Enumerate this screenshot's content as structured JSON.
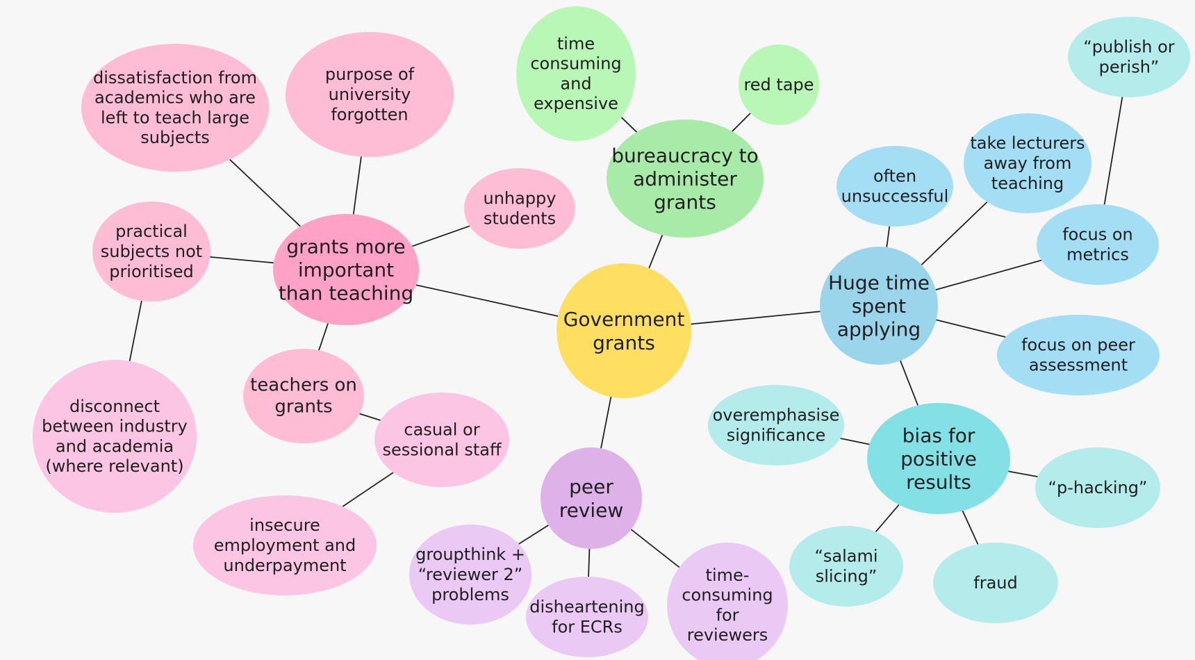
{
  "palette": {
    "center": "#ffdf61",
    "pink_main": "#ffa2c5",
    "pink_child": "#ffbdd5",
    "pink_light": "#fcc5e4",
    "green_main": "#a8eaa7",
    "green_child": "#b9f7b6",
    "blue_main": "#9ad5eb",
    "blue_child": "#a4def5",
    "teal_main": "#83e1e6",
    "teal_child": "#b4ecec",
    "purple_main": "#deb1e8",
    "purple_child": "#ebc9f5"
  },
  "nodes": [
    {
      "id": "center",
      "label": "Government\ngrants",
      "color": "center"
    },
    {
      "id": "grants-more-important",
      "label": "grants more\nimportant\nthan teaching",
      "color": "pink_main"
    },
    {
      "id": "dissatisfaction",
      "label": "dissatisfaction from\nacademics who are\nleft to teach large\nsubjects",
      "color": "pink_child"
    },
    {
      "id": "purpose-forgotten",
      "label": "purpose of\nuniversity\nforgotten",
      "color": "pink_child"
    },
    {
      "id": "unhappy-students",
      "label": "unhappy\nstudents",
      "color": "pink_child"
    },
    {
      "id": "practical-subjects",
      "label": "practical\nsubjects not\nprioritised",
      "color": "pink_child"
    },
    {
      "id": "disconnect",
      "label": "disconnect\nbetween industry\nand academia\n(where relevant)",
      "color": "pink_light"
    },
    {
      "id": "teachers-on-grants",
      "label": "teachers on\ngrants",
      "color": "pink_child"
    },
    {
      "id": "casual-staff",
      "label": "casual or\nsessional staff",
      "color": "pink_light"
    },
    {
      "id": "insecure-employment",
      "label": "insecure\nemployment and\nunderpayment",
      "color": "pink_light"
    },
    {
      "id": "bureaucracy",
      "label": "bureaucracy to\nadminister\ngrants",
      "color": "green_main"
    },
    {
      "id": "time-consuming-expensive",
      "label": "time\nconsuming\nand\nexpensive",
      "color": "green_child"
    },
    {
      "id": "red-tape",
      "label": "red tape",
      "color": "green_child"
    },
    {
      "id": "huge-time",
      "label": "Huge time\nspent\napplying",
      "color": "blue_main"
    },
    {
      "id": "often-unsuccessful",
      "label": "often\nunsuccessful",
      "color": "blue_child"
    },
    {
      "id": "take-lecturers",
      "label": "take lecturers\naway from\nteaching",
      "color": "blue_child"
    },
    {
      "id": "focus-metrics",
      "label": "focus on\nmetrics",
      "color": "blue_child"
    },
    {
      "id": "publish-perish",
      "label": "“publish or\nperish”",
      "color": "teal_child"
    },
    {
      "id": "focus-peer",
      "label": "focus on peer\nassessment",
      "color": "blue_child"
    },
    {
      "id": "bias-positive",
      "label": "bias for\npositive\nresults",
      "color": "teal_main"
    },
    {
      "id": "overemphasise",
      "label": "overemphasise\nsignificance",
      "color": "teal_child"
    },
    {
      "id": "p-hacking",
      "label": "“p-hacking”",
      "color": "teal_child"
    },
    {
      "id": "salami",
      "label": "“salami\nslicing”",
      "color": "teal_child"
    },
    {
      "id": "fraud",
      "label": "fraud",
      "color": "teal_child"
    },
    {
      "id": "peer-review",
      "label": "peer\nreview",
      "color": "purple_main"
    },
    {
      "id": "groupthink",
      "label": "groupthink +\n“reviewer 2”\nproblems",
      "color": "purple_child"
    },
    {
      "id": "disheartening",
      "label": "disheartening\nfor ECRs",
      "color": "purple_child"
    },
    {
      "id": "time-consuming-reviewers",
      "label": "time-\nconsuming\nfor\nreviewers",
      "color": "purple_child"
    }
  ],
  "edges": [
    [
      "center",
      "grants-more-important"
    ],
    [
      "center",
      "bureaucracy"
    ],
    [
      "center",
      "huge-time"
    ],
    [
      "center",
      "peer-review"
    ],
    [
      "grants-more-important",
      "dissatisfaction"
    ],
    [
      "grants-more-important",
      "purpose-forgotten"
    ],
    [
      "grants-more-important",
      "unhappy-students"
    ],
    [
      "grants-more-important",
      "practical-subjects"
    ],
    [
      "grants-more-important",
      "teachers-on-grants"
    ],
    [
      "practical-subjects",
      "disconnect"
    ],
    [
      "teachers-on-grants",
      "casual-staff"
    ],
    [
      "casual-staff",
      "insecure-employment"
    ],
    [
      "bureaucracy",
      "time-consuming-expensive"
    ],
    [
      "bureaucracy",
      "red-tape"
    ],
    [
      "huge-time",
      "often-unsuccessful"
    ],
    [
      "huge-time",
      "take-lecturers"
    ],
    [
      "huge-time",
      "focus-metrics"
    ],
    [
      "huge-time",
      "focus-peer"
    ],
    [
      "huge-time",
      "bias-positive"
    ],
    [
      "focus-metrics",
      "publish-perish"
    ],
    [
      "bias-positive",
      "overemphasise"
    ],
    [
      "bias-positive",
      "p-hacking"
    ],
    [
      "bias-positive",
      "salami"
    ],
    [
      "bias-positive",
      "fraud"
    ],
    [
      "peer-review",
      "groupthink"
    ],
    [
      "peer-review",
      "disheartening"
    ],
    [
      "peer-review",
      "time-consuming-reviewers"
    ]
  ]
}
